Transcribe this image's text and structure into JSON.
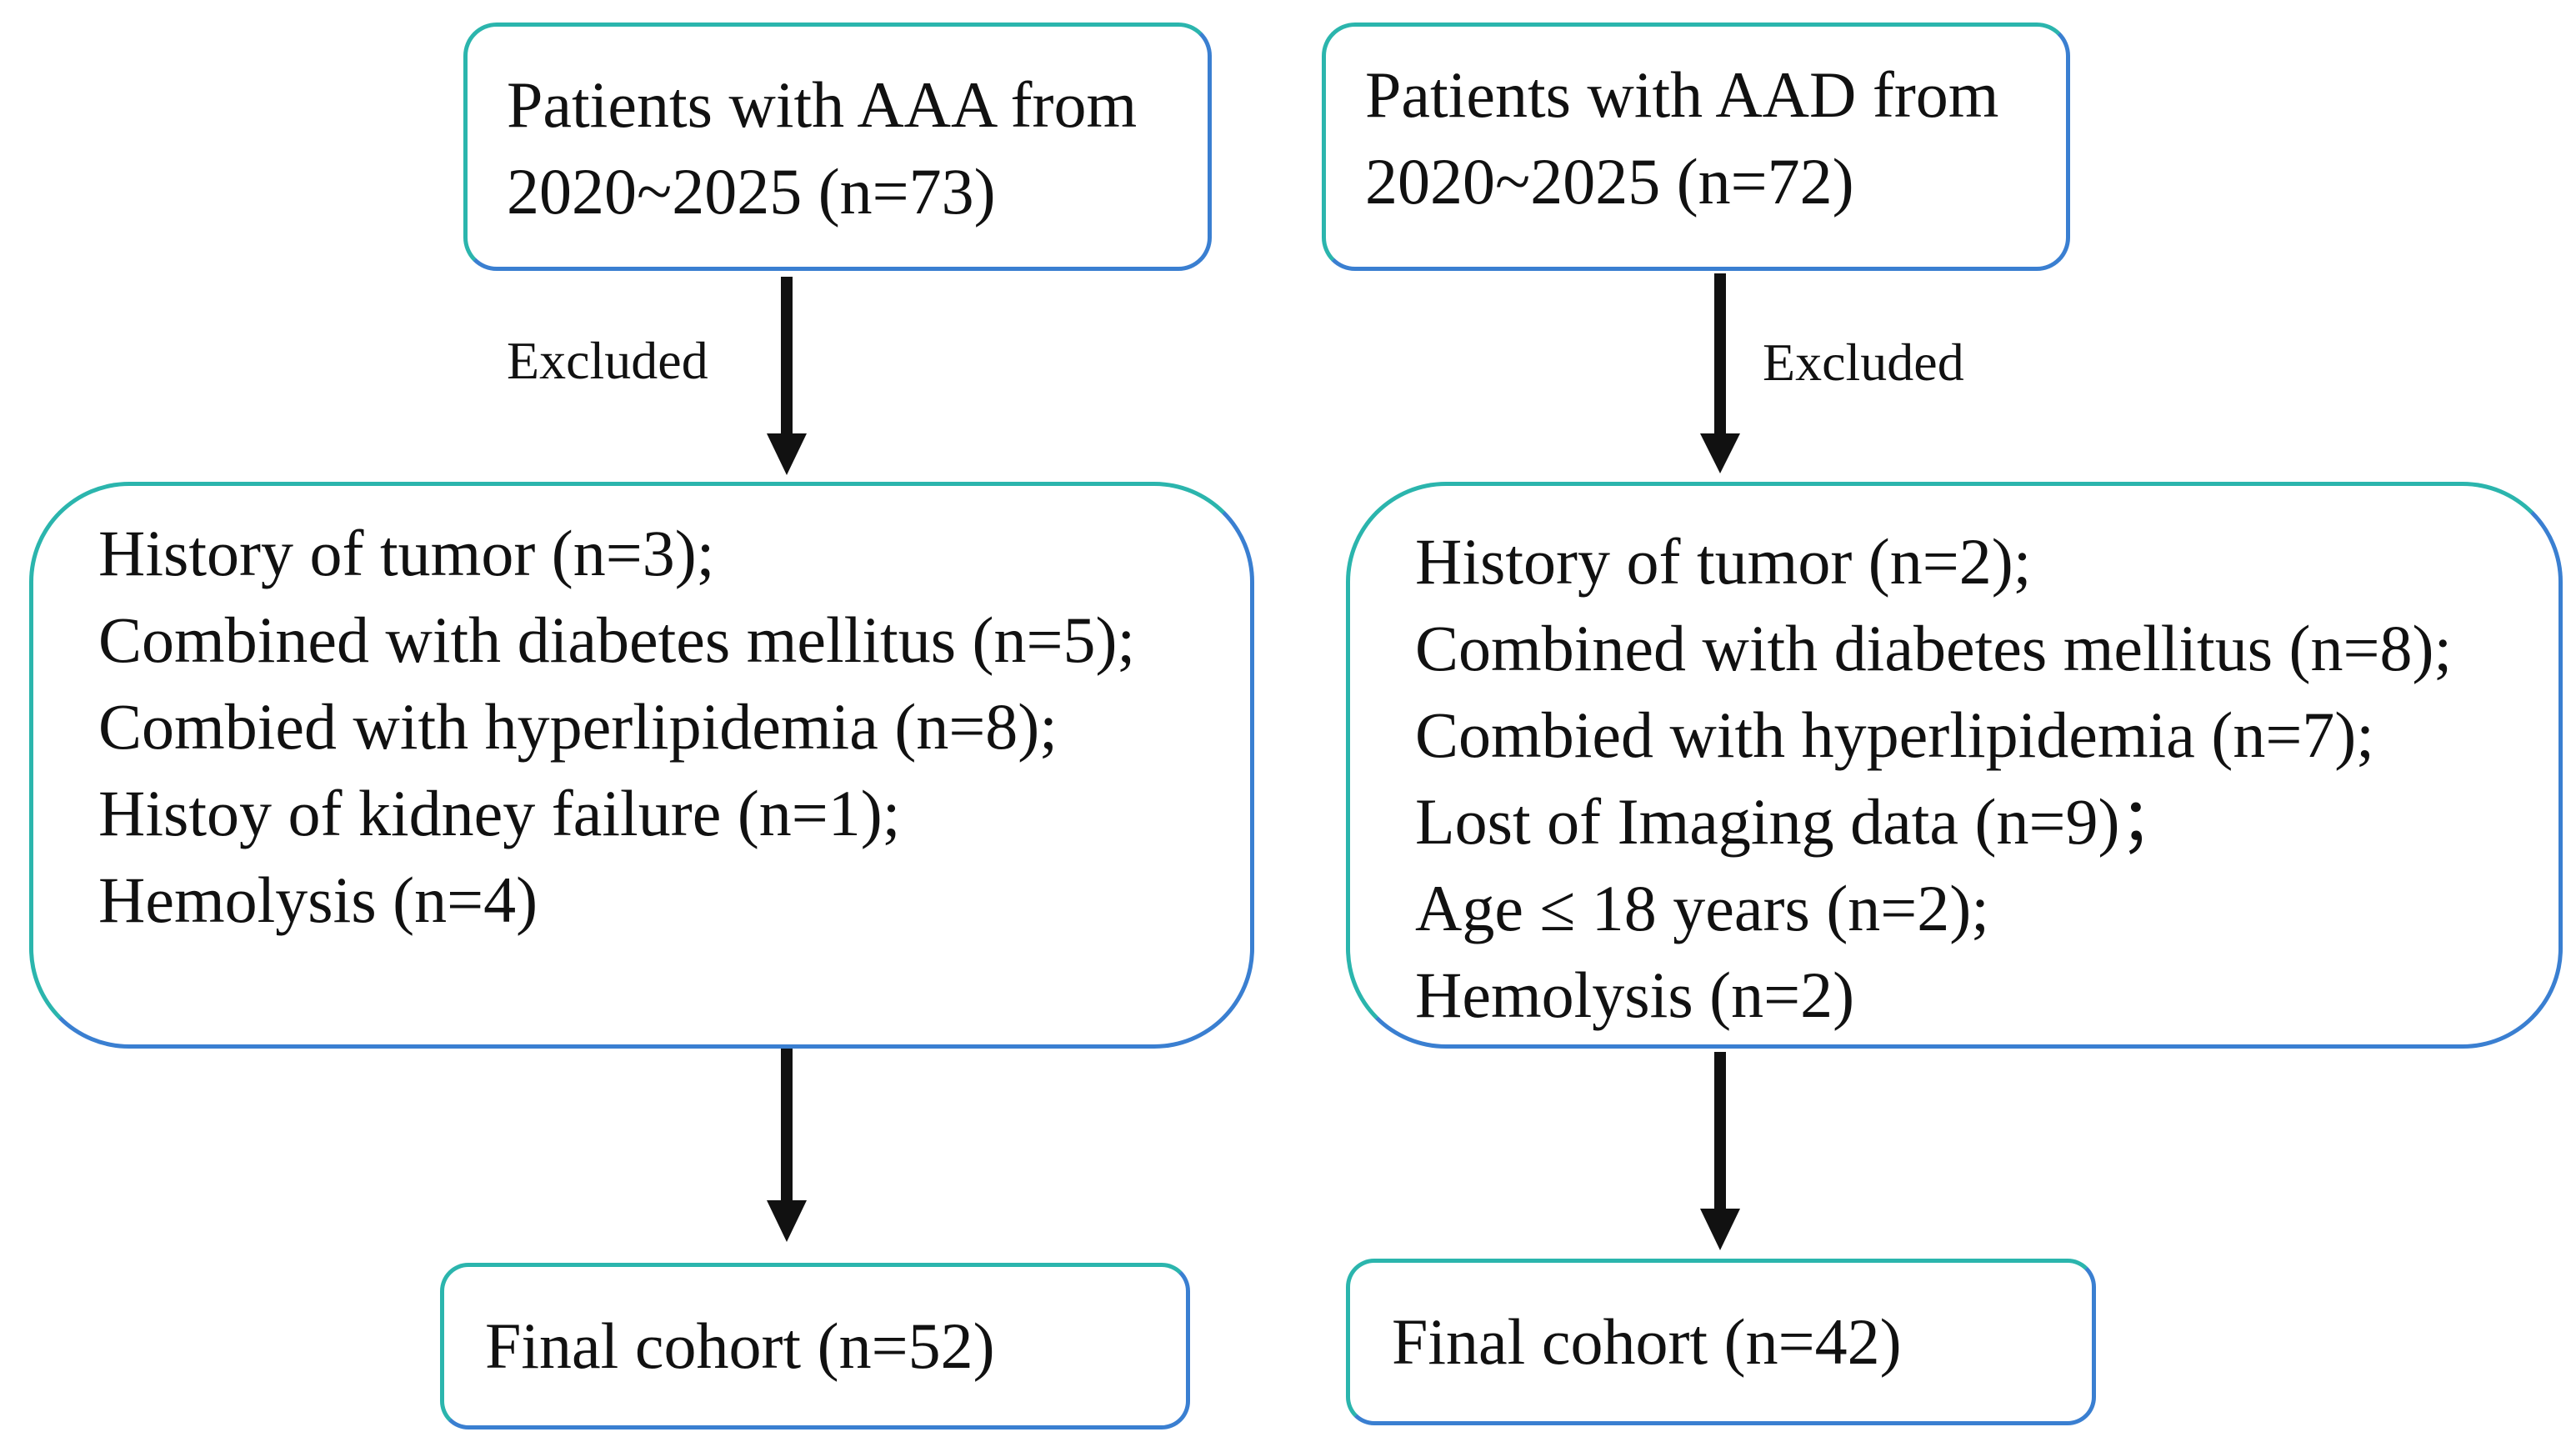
{
  "left": {
    "source": {
      "line1": "Patients with AAA from",
      "line2": "2020~2025 (n=73)"
    },
    "excluded_label": "Excluded",
    "exclusions": [
      "History of tumor (n=3);",
      "Combined with diabetes mellitus (n=5);",
      "Combied with hyperlipidemia (n=8);",
      "Histoy of kidney failure (n=1);",
      "Hemolysis (n=4)"
    ],
    "final": "Final cohort (n=52)"
  },
  "right": {
    "source": {
      "line1": "Patients with AAD from",
      "line2": "2020~2025 (n=72)"
    },
    "excluded_label": "Excluded",
    "exclusions": [
      "History of tumor (n=2);",
      "Combined with diabetes mellitus (n=8);",
      "Combied with hyperlipidemia (n=7);",
      "Lost of Imaging data (n=9)；",
      "Age ≤ 18 years (n=2);",
      "Hemolysis (n=2)"
    ],
    "final": "Final cohort (n=42)"
  },
  "colors": {
    "box_border_start": "#2bb5ad",
    "box_border_end": "#3a7fd1",
    "arrow": "#111111"
  }
}
